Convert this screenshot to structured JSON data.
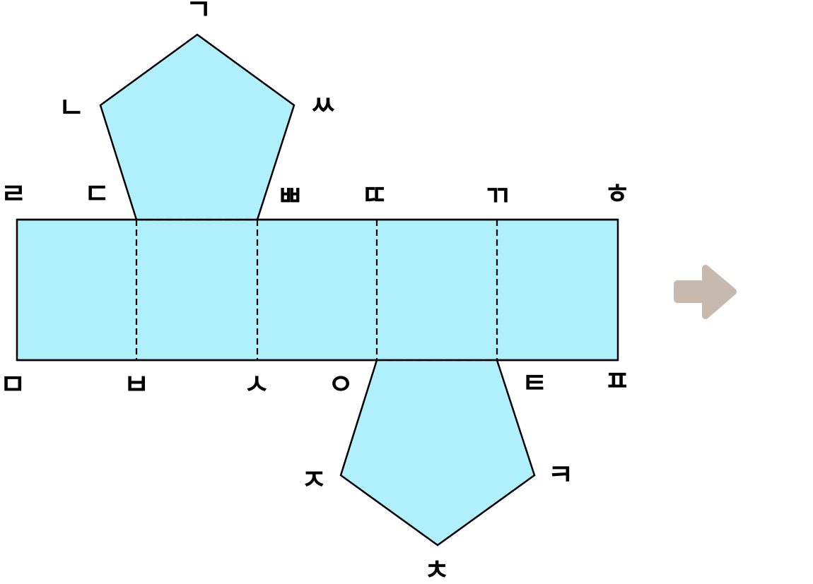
{
  "figure": {
    "type": "net of a pentagonal prism",
    "colors": {
      "face_fill": "#aff0fc",
      "edge": "#000000",
      "arrow": "#c7b9ae"
    },
    "fold_lines": "dashed",
    "arrow_icon": "right-arrow-icon"
  },
  "labels": {
    "g": "ㄱ",
    "n": "ㄴ",
    "ss": "ㅆ",
    "r": "ㄹ",
    "d": "ㄷ",
    "pp": "ㅃ",
    "tt": "ㄸ",
    "kk": "ㄲ",
    "h": "ㅎ",
    "m": "ㅁ",
    "b": "ㅂ",
    "s": "ㅅ",
    "o": "ㅇ",
    "t": "ㅌ",
    "p": "ㅍ",
    "j": "ㅈ",
    "k": "ㅋ",
    "ch": "ㅊ"
  }
}
